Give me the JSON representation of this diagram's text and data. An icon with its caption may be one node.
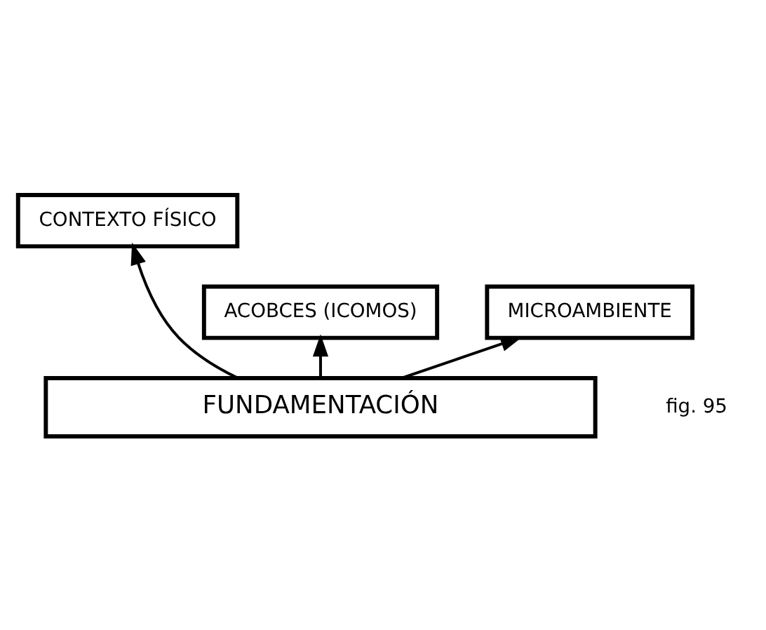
{
  "diagram": {
    "nodes": [
      {
        "text": [
          "CONTEXTO FÍSICO"
        ]
      },
      {
        "text": [
          "ACOBCES (ICOMOS)"
        ]
      },
      {
        "text": [
          "MICROAMBIENTE"
        ]
      },
      {
        "text": [
          "FUNDAMENTACIÓN"
        ]
      }
    ],
    "edges": [
      {
        "from": 3,
        "to": 1,
        "arrow": "to"
      },
      {
        "from": 3,
        "to": 0,
        "arrow": "to"
      },
      {
        "from": 3,
        "to": 2,
        "arrow": "to"
      }
    ],
    "labels": [
      "fig. 95"
    ]
  }
}
